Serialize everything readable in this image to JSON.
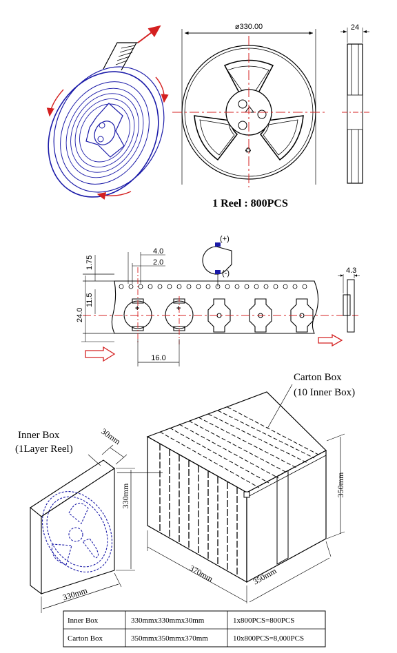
{
  "reel_section": {
    "diameter_label": "ø330.00",
    "width_label": "24",
    "capacity_caption": "1 Reel : 800PCS"
  },
  "tape_section": {
    "dim_pitch_small": "4.0",
    "dim_offset": "2.0",
    "dim_edge": "1.75",
    "dim_center": "11.5",
    "dim_width": "24.0",
    "dim_pocket_pitch": "16.0",
    "dim_thickness": "4.3",
    "polarity_positive": "(+)",
    "polarity_negative": "(-)"
  },
  "box_section": {
    "carton_label_line1": "Carton Box",
    "carton_label_line2": "(10 Inner Box)",
    "inner_label_line1": "Inner Box",
    "inner_label_line2": "(1Layer Reel)",
    "inner_dim_depth": "30mm",
    "inner_dim_height": "330mm",
    "inner_dim_width": "330mm",
    "carton_dim_height": "350mm",
    "carton_dim_length": "370mm",
    "carton_dim_width": "350mm"
  },
  "spec_table": {
    "rows": [
      {
        "name": "Inner Box",
        "size": "330mmx330mmx30mm",
        "qty": "1x800PCS=800PCS"
      },
      {
        "name": "Carton Box",
        "size": "350mmx350mmx370mm",
        "qty": "10x800PCS=8,000PCS"
      }
    ]
  },
  "colors": {
    "line": "#000000",
    "reel_blue": "#1a1aa8",
    "accent_red": "#d42020"
  }
}
